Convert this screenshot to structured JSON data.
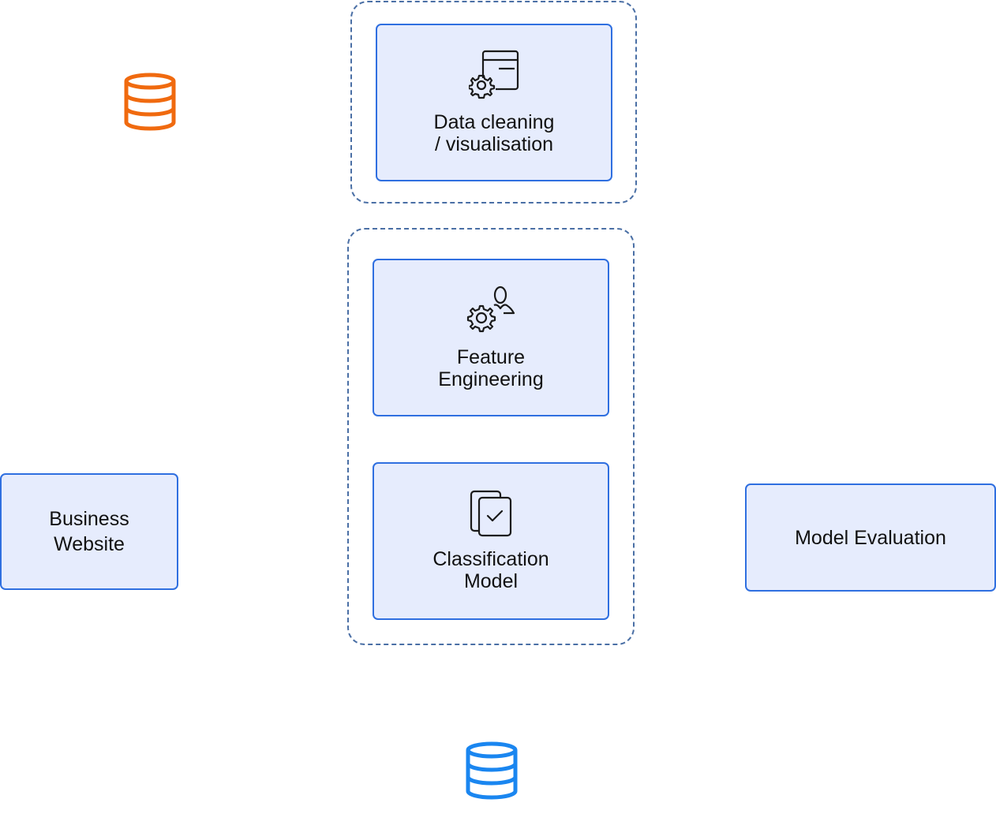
{
  "nodes": {
    "data_cleaning": {
      "line1": "Data cleaning",
      "line2": "/ visualisation",
      "icon": "settings-window-icon"
    },
    "feature_engineering": {
      "line1": "Feature",
      "line2": "Engineering",
      "icon": "user-gear-icon"
    },
    "classification_model": {
      "line1": "Classification",
      "line2": "Model",
      "icon": "document-check-icon"
    },
    "business_website": {
      "line1": "Business",
      "line2": "Website"
    },
    "model_evaluation": {
      "line1": "Model Evaluation"
    }
  },
  "databases": {
    "source": {
      "icon": "database-icon",
      "color": "#f06a0f"
    },
    "output": {
      "icon": "database-icon",
      "color": "#1a86f0"
    }
  },
  "colors": {
    "node_fill": "#e6ecfd",
    "node_border": "#2f6fe0",
    "group_border": "#4a6fa5"
  }
}
